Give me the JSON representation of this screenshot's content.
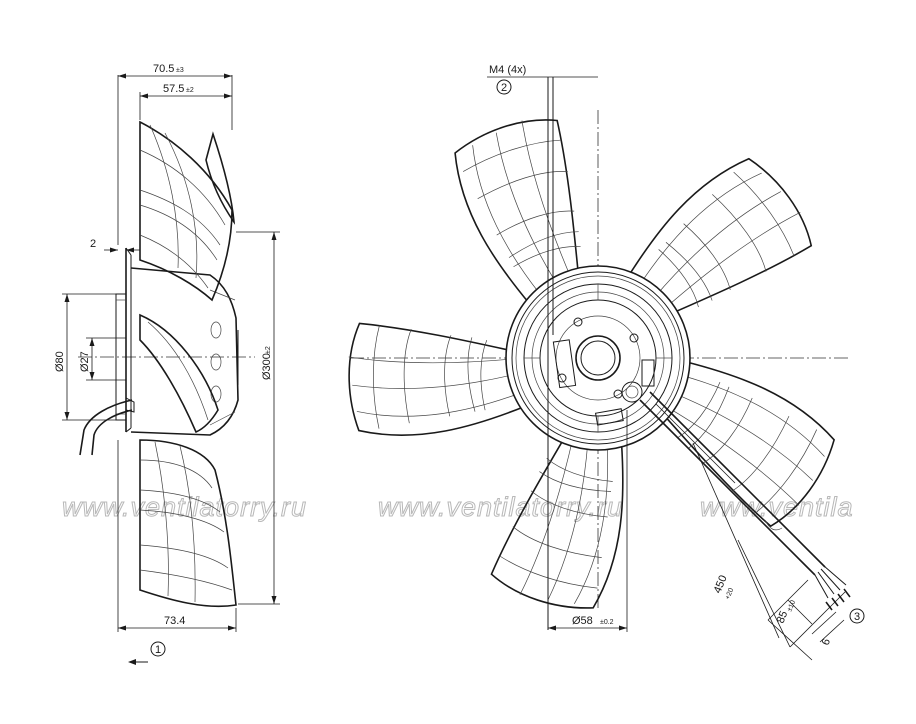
{
  "side_view": {
    "width_overall": "70.5",
    "width_overall_tol": "±3",
    "width_blade": "57.5",
    "width_blade_tol": "±2",
    "offset": "2",
    "bore_large": "Ø80",
    "bore_small": "Ø27",
    "fan_diameter": "Ø300",
    "fan_diameter_tol": "±2",
    "depth_total": "73.4",
    "view_marker": "1"
  },
  "front_view": {
    "thread_label": "M4 (4x)",
    "thread_marker": "2",
    "hub_diameter": "Ø58",
    "hub_diameter_tol": "±0.2",
    "cable_length": "450",
    "cable_length_tol": "+20",
    "strip_length": "85",
    "strip_length_tol": "±10",
    "wire_end": "6",
    "cable_marker": "3"
  },
  "watermark": {
    "segments": [
      "www.ventilatorry.ru",
      "www.ventilatorry.ru",
      "www.ventila"
    ]
  }
}
